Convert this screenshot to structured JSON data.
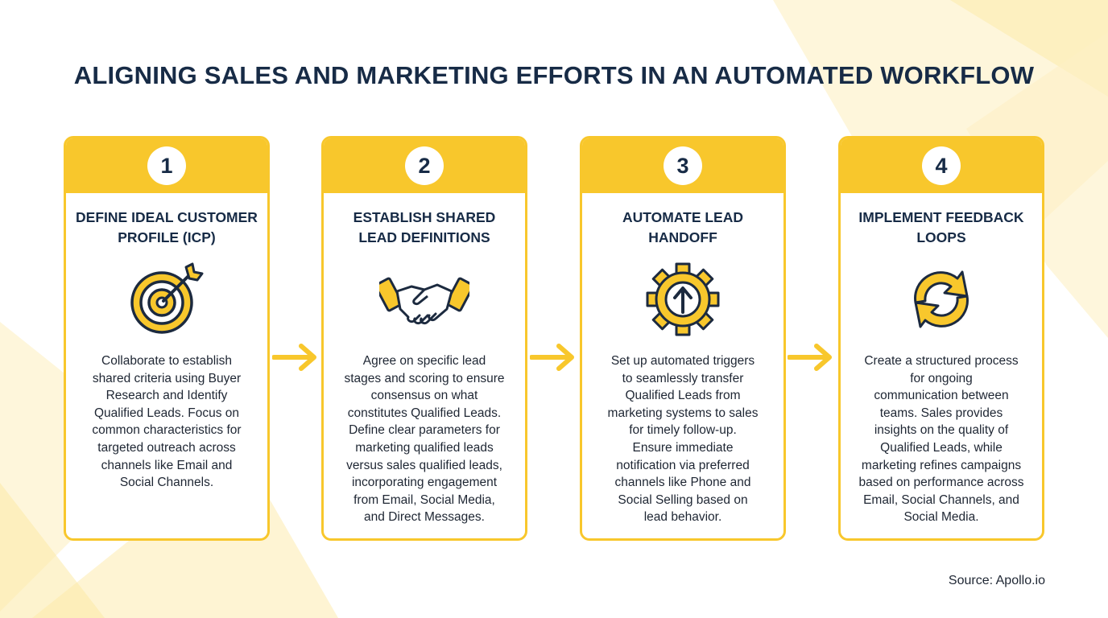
{
  "title": "ALIGNING SALES AND MARKETING EFFORTS IN AN AUTOMATED WORKFLOW",
  "colors": {
    "accent": "#f8c72c",
    "navy": "#172b46",
    "text": "#1e2633"
  },
  "steps": [
    {
      "number": "1",
      "title_lines": [
        "DEFINE IDEAL CUSTOMER",
        "PROFILE (ICP)"
      ],
      "icon": "target-icon",
      "text_lines": [
        "Collaborate to establish",
        "shared criteria using Buyer",
        "Research and Identify",
        "Qualified Leads. Focus on",
        "common characteristics for",
        "targeted outreach across",
        "channels like Email and",
        "Social Channels."
      ]
    },
    {
      "number": "2",
      "title_lines": [
        "ESTABLISH SHARED",
        "LEAD DEFINITIONS"
      ],
      "icon": "handshake-icon",
      "text_lines": [
        "Agree on specific lead",
        "stages and scoring to ensure",
        "consensus on what",
        "constitutes Qualified Leads.",
        "Define clear parameters for",
        "marketing qualified leads",
        "versus sales qualified leads,",
        "incorporating engagement",
        "from Email, Social Media,",
        "and Direct Messages."
      ]
    },
    {
      "number": "3",
      "title_lines": [
        "AUTOMATE LEAD",
        "HANDOFF"
      ],
      "icon": "gear-arrow-icon",
      "text_lines": [
        "Set up automated triggers",
        "to seamlessly transfer",
        "Qualified Leads from",
        "marketing systems to sales",
        "for timely follow-up.",
        "Ensure immediate",
        "notification via preferred",
        "channels like Phone and",
        "Social Selling based on",
        "lead behavior."
      ]
    },
    {
      "number": "4",
      "title_lines": [
        "IMPLEMENT FEEDBACK",
        "LOOPS"
      ],
      "icon": "refresh-cycle-icon",
      "text_lines": [
        "Create a structured process",
        "for ongoing",
        "communication between",
        "teams. Sales provides",
        "insights on the quality of",
        "Qualified Leads, while",
        "marketing refines campaigns",
        "based on performance across",
        "Email, Social Channels, and",
        "Social Media."
      ]
    }
  ],
  "source": "Source: Apollo.io"
}
